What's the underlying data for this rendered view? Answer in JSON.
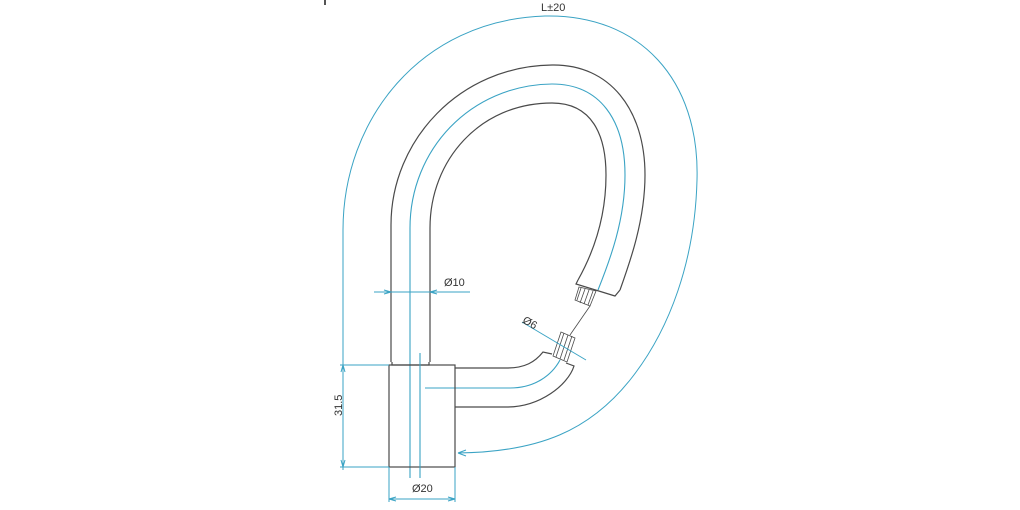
{
  "drawing": {
    "title": "Spiral cable lock technical drawing",
    "colors": {
      "outline": "#4a4a4a",
      "centerline": "#3aa3c4",
      "background": "#ffffff"
    },
    "dimensions": {
      "length_label": "L±20",
      "cable_diameter_label": "Ø10",
      "wire_diameter_label": "Ø6",
      "body_height_label": "31.5",
      "body_diameter_label": "Ø20"
    }
  }
}
